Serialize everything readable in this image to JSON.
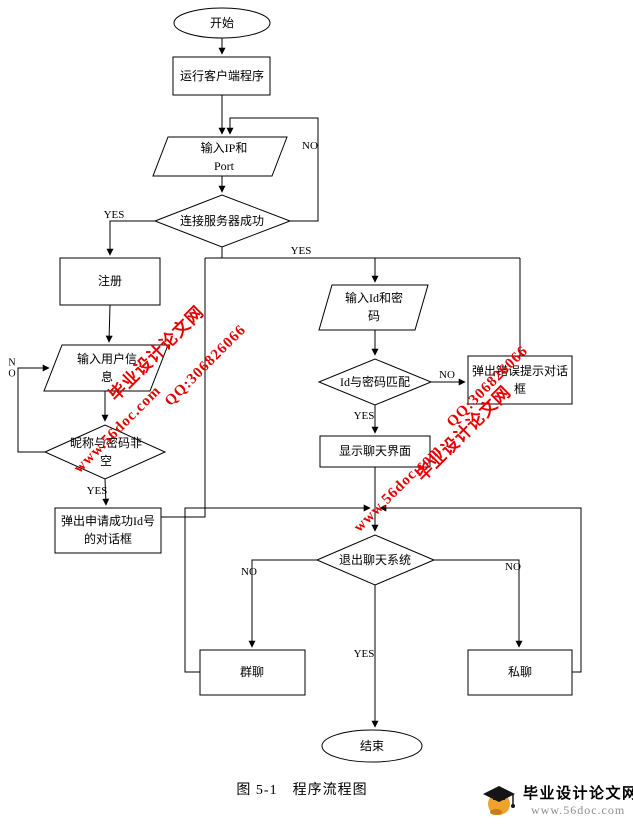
{
  "figure": {
    "caption": "图 5-1　程序流程图"
  },
  "flowchart": {
    "nodes": {
      "start": "开始",
      "run_client": "运行客户端程序",
      "input_ip": "输入IP和Port",
      "connect_check": "连接服务器成功",
      "register": "注册",
      "input_user": "输入用户信息",
      "nickname_check": "昵称与密码非空",
      "apply_success": "弹出申请成功Id号的对话框",
      "input_id": "输入Id和密码",
      "match_check": "Id与密码匹配",
      "error_dialog": "弹出错误提示对话框",
      "show_chat": "显示聊天界面",
      "exit_check": "退出聊天系统",
      "group_chat": "群聊",
      "private_chat": "私聊",
      "end": "结束"
    },
    "branch": {
      "yes": "YES",
      "no": "NO"
    },
    "edges": [
      {
        "from": "start",
        "to": "run_client"
      },
      {
        "from": "run_client",
        "to": "input_ip"
      },
      {
        "from": "input_ip",
        "to": "connect_check"
      },
      {
        "from": "connect_check",
        "to": "input_ip",
        "label": "NO"
      },
      {
        "from": "connect_check",
        "to": "register",
        "label": "YES"
      },
      {
        "from": "connect_check",
        "to": "input_id",
        "label": "YES"
      },
      {
        "from": "register",
        "to": "input_user"
      },
      {
        "from": "input_user",
        "to": "nickname_check"
      },
      {
        "from": "nickname_check",
        "to": "input_user",
        "label": "NO"
      },
      {
        "from": "nickname_check",
        "to": "apply_success",
        "label": "YES"
      },
      {
        "from": "apply_success",
        "to": "input_id"
      },
      {
        "from": "input_id",
        "to": "match_check"
      },
      {
        "from": "match_check",
        "to": "error_dialog",
        "label": "NO"
      },
      {
        "from": "error_dialog",
        "to": "input_id"
      },
      {
        "from": "match_check",
        "to": "show_chat",
        "label": "YES"
      },
      {
        "from": "show_chat",
        "to": "exit_check"
      },
      {
        "from": "exit_check",
        "to": "group_chat",
        "label": "NO"
      },
      {
        "from": "exit_check",
        "to": "private_chat",
        "label": "NO"
      },
      {
        "from": "exit_check",
        "to": "end",
        "label": "YES"
      },
      {
        "from": "group_chat",
        "to": "exit_check"
      },
      {
        "from": "private_chat",
        "to": "exit_check"
      }
    ]
  },
  "watermark": {
    "site_name": "毕业设计论文网",
    "qq": "QQ:306826066",
    "url": "www.56doc.com",
    "color": "#e80000"
  },
  "logo": {
    "title": "毕业设计论文网",
    "url": "www.56doc.com"
  }
}
